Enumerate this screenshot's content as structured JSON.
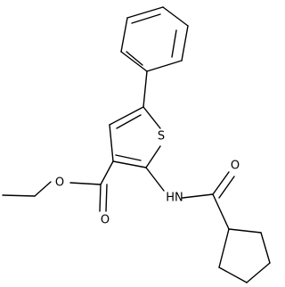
{
  "molecule": {
    "atoms": {
      "sulfur": "S",
      "amide_nitrogen": "HN",
      "ester_ether_oxygen": "O",
      "ester_carbonyl_oxygen": "O",
      "amide_carbonyl_oxygen": "O"
    }
  }
}
